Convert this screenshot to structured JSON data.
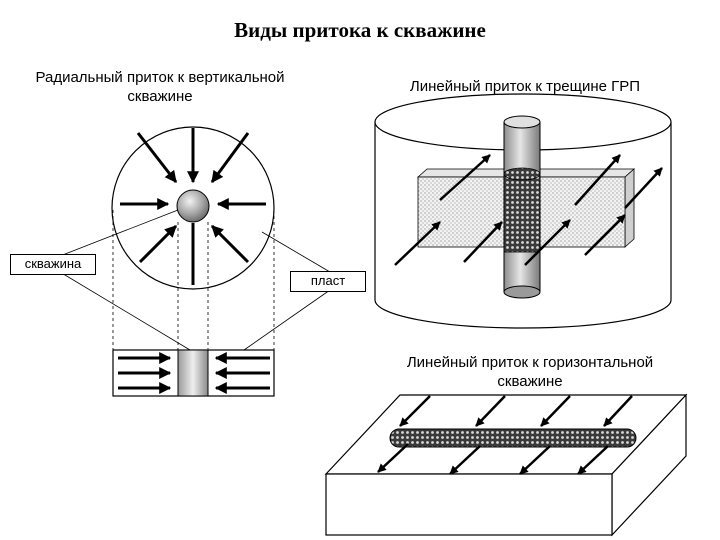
{
  "title": "Виды притока к скважине",
  "captions": {
    "radial": "Радиальный приток к вертикальной скважине",
    "fracture": "Линейный приток к трещине ГРП",
    "horizontal": "Линейный приток к горизонтальной скважине"
  },
  "callouts": {
    "well": "скважина",
    "reservoir": "пласт"
  },
  "colors": {
    "line": "#000000",
    "background": "#ffffff",
    "well_gradient": [
      "#8c8c8c",
      "#e6e6e6",
      "#7a7a7a"
    ]
  }
}
